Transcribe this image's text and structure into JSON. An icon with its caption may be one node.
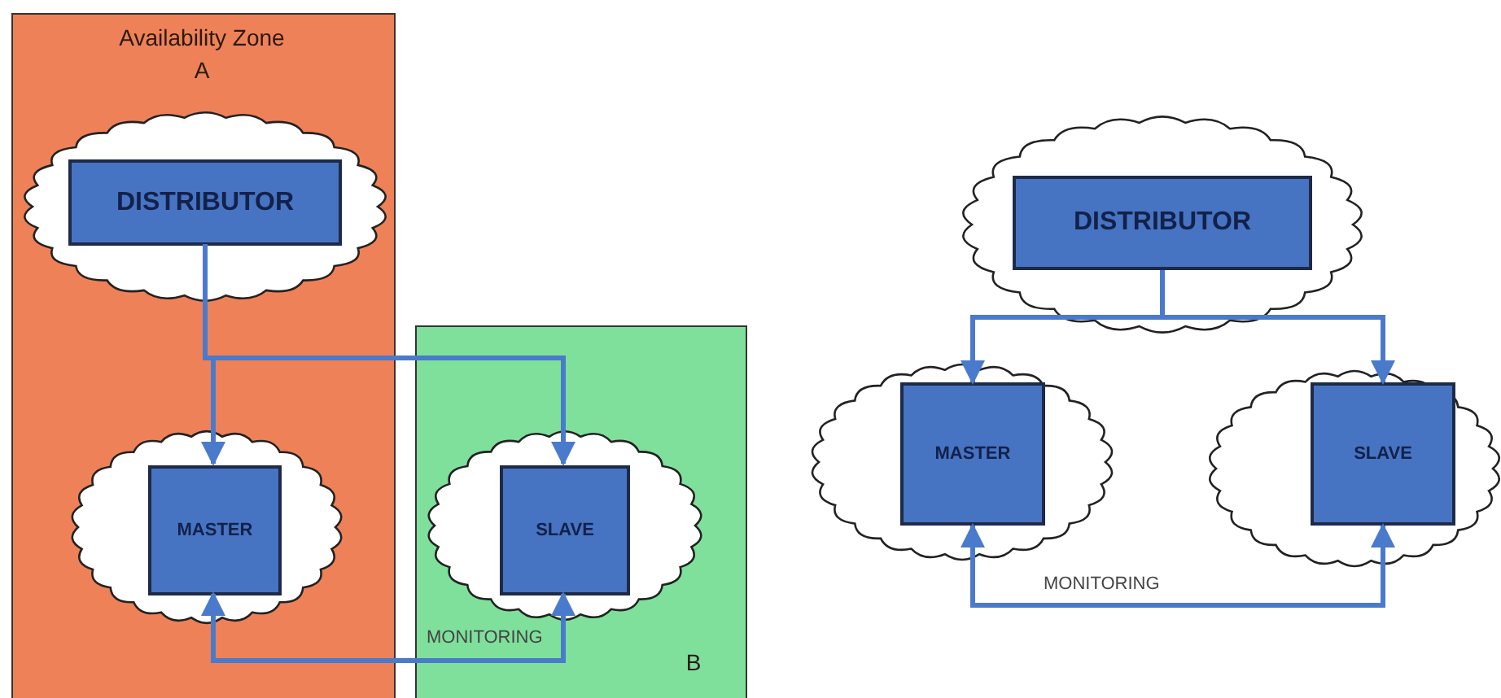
{
  "diagram": {
    "nodes": [
      {
        "text": [
          "Availability Zone A"
        ]
      },
      {
        "text": [],
        "shape": "cloud",
        "in": 0
      },
      {
        "text": [
          "DISTRIBUTOR"
        ],
        "in": 1
      },
      {
        "text": [],
        "shape": "cloud",
        "in": 0
      },
      {
        "text": [
          "MASTER"
        ],
        "in": 3
      },
      {
        "text": [
          "B"
        ]
      },
      {
        "text": [],
        "shape": "cloud",
        "in": 5
      },
      {
        "text": [
          "SLAVE"
        ],
        "in": 6
      },
      {
        "text": [],
        "shape": "cloud"
      },
      {
        "text": [
          "DISTRIBUTOR"
        ],
        "in": 8
      },
      {
        "text": [],
        "shape": "cloud"
      },
      {
        "text": [
          "MASTER"
        ],
        "in": 10
      },
      {
        "text": [],
        "shape": "cloud"
      },
      {
        "text": [
          "SLAVE"
        ],
        "in": 12
      }
    ],
    "edges": [
      {
        "from": 2,
        "to": 4,
        "arrow": "to"
      },
      {
        "from": 2,
        "to": 7,
        "arrow": "to"
      },
      {
        "from": 4,
        "to": 7,
        "arrow": "both",
        "label": "MONITORING"
      },
      {
        "from": 9,
        "to": 11,
        "arrow": "to"
      },
      {
        "from": 9,
        "to": 13,
        "arrow": "to"
      },
      {
        "from": 11,
        "to": 13,
        "arrow": "both",
        "label": "MONITORING"
      }
    ]
  }
}
